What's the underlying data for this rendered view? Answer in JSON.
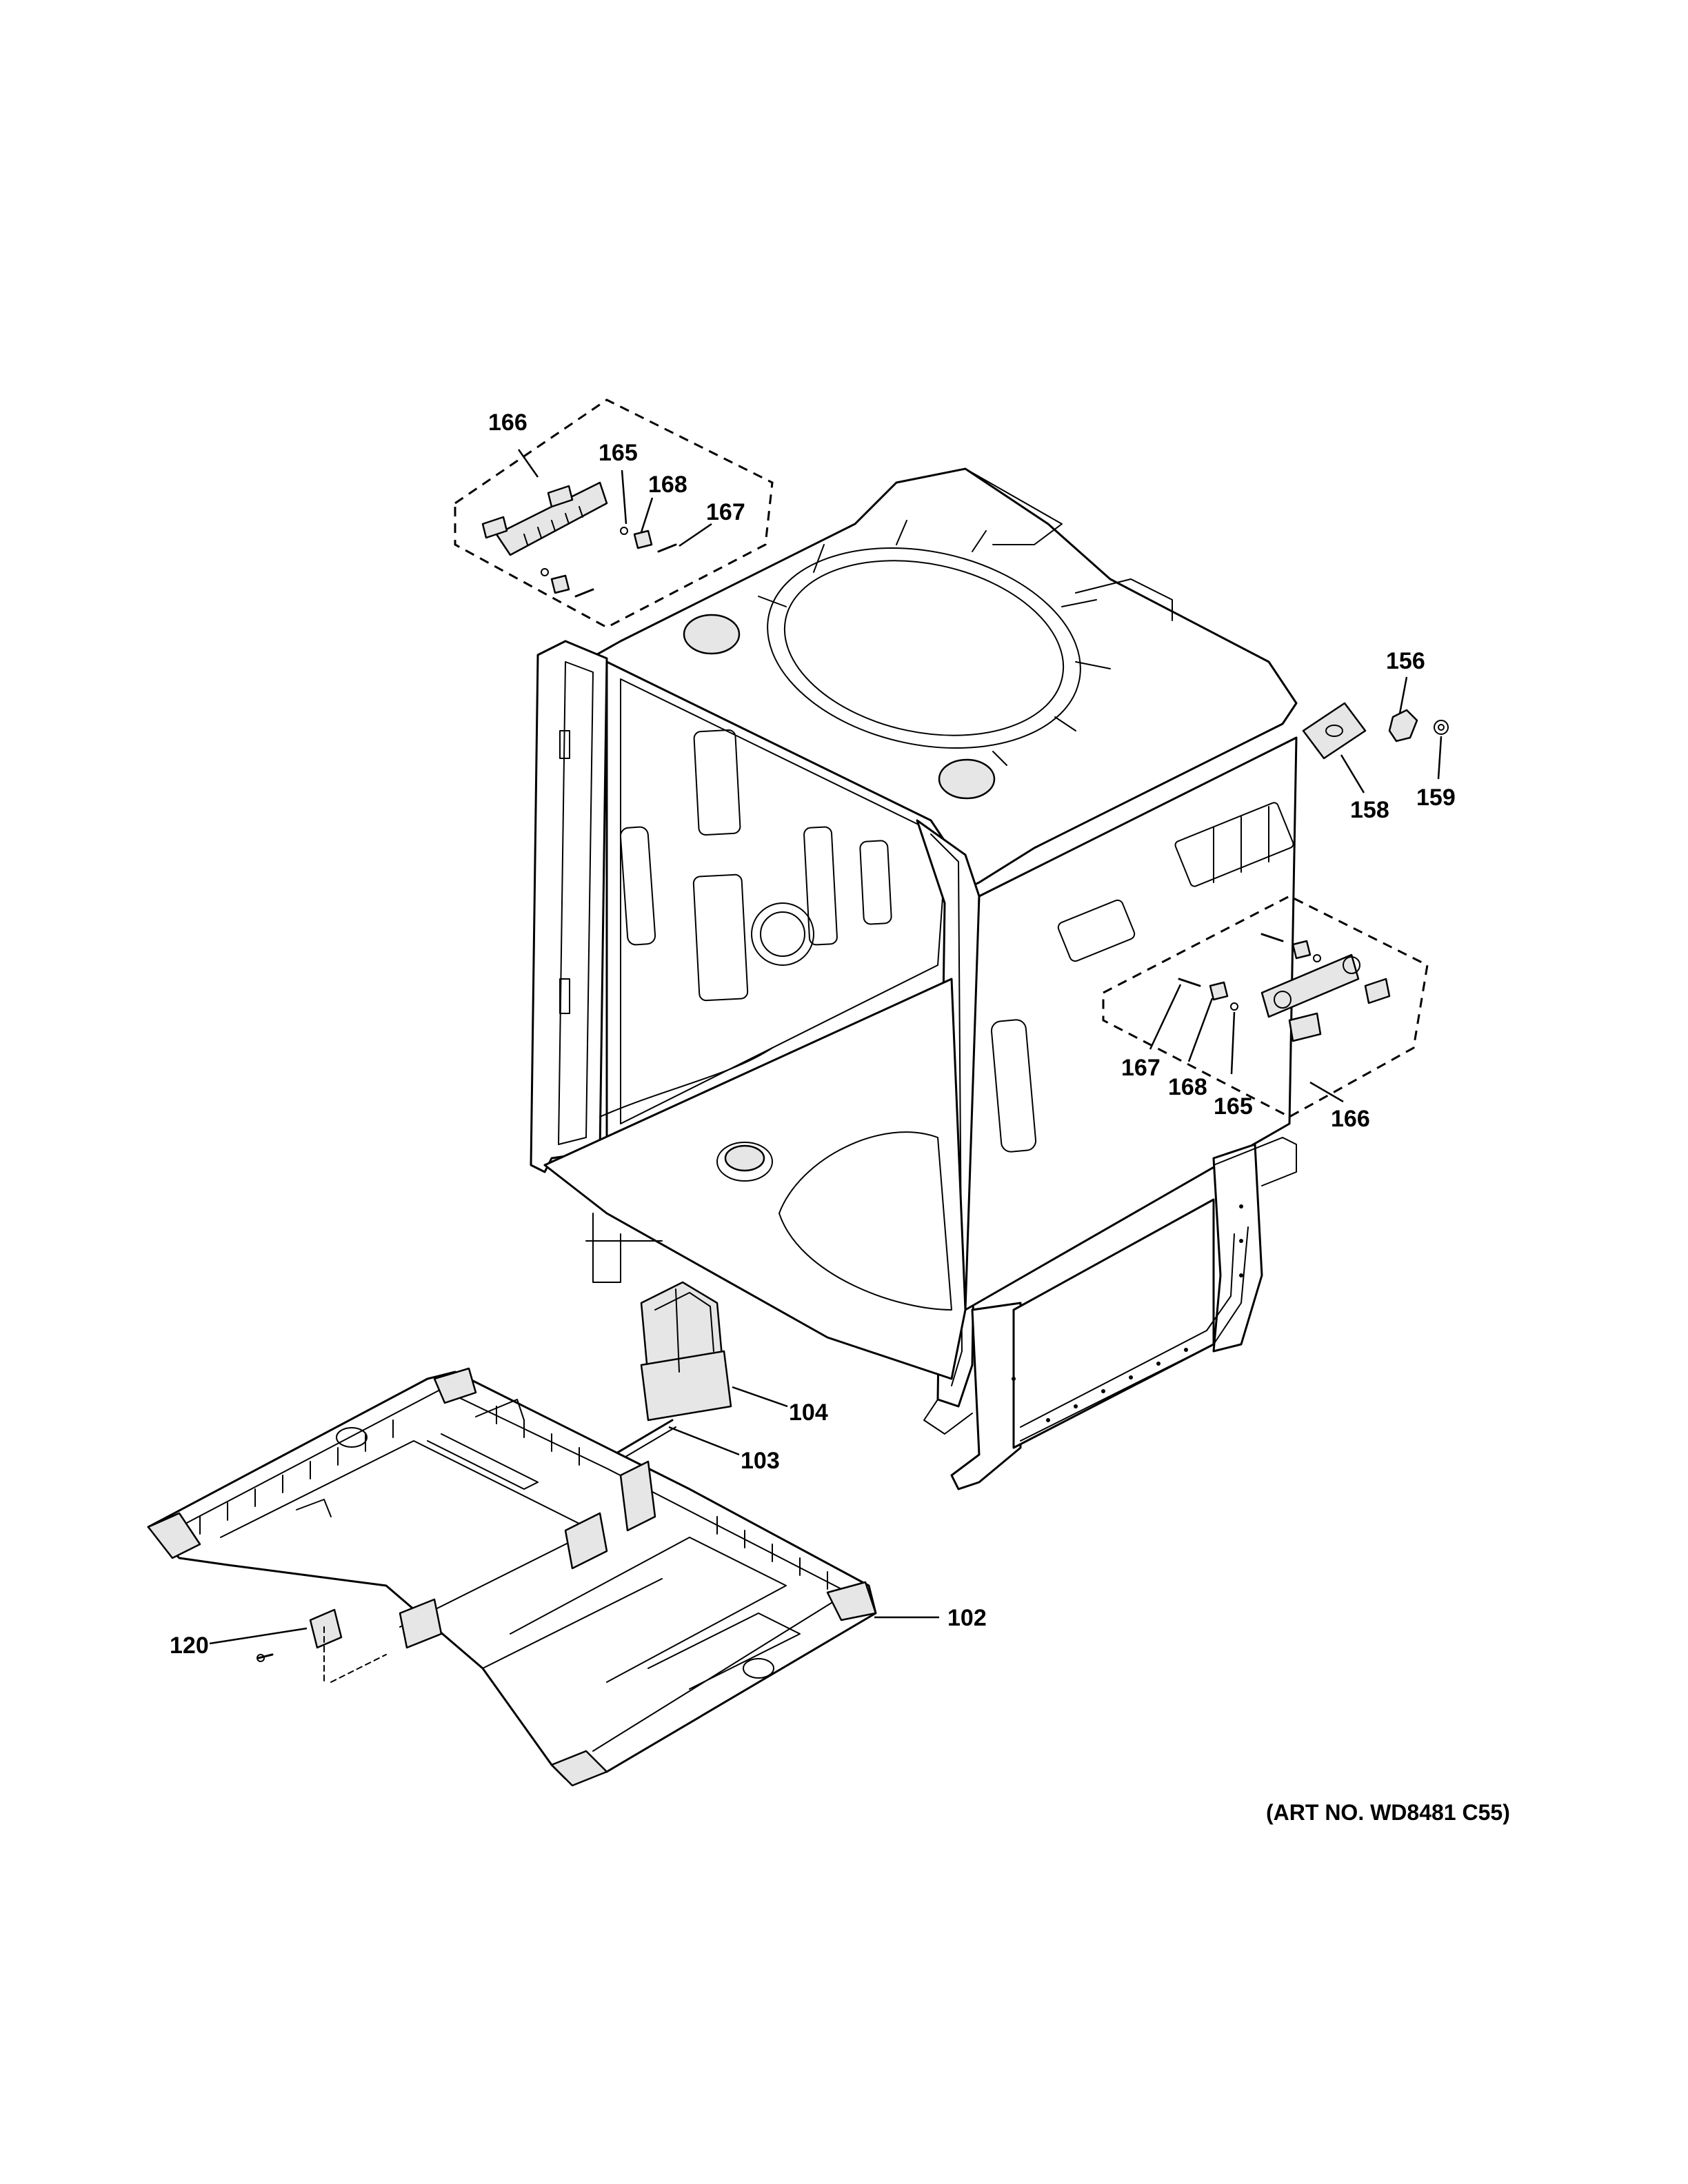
{
  "callouts": {
    "c166_top": "166",
    "c165_top": "165",
    "c168_top": "168",
    "c167_top": "167",
    "c156": "156",
    "c158": "158",
    "c159": "159",
    "c167_mid": "167",
    "c168_mid": "168",
    "c165_mid": "165",
    "c166_mid": "166",
    "c104": "104",
    "c103": "103",
    "c102": "102",
    "c120": "120"
  },
  "art_number": "(ART NO. WD8481 C55)"
}
